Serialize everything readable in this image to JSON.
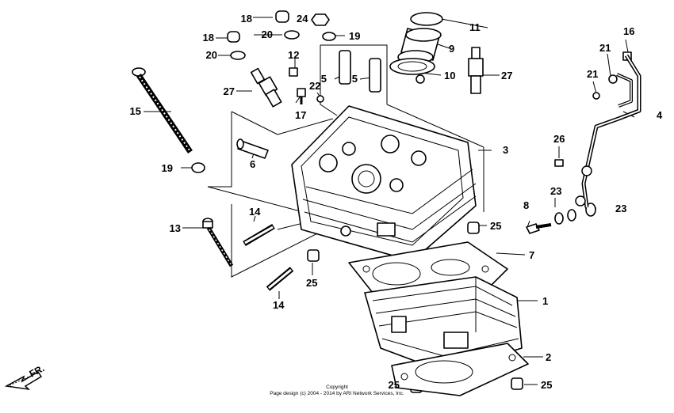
{
  "callouts": {
    "c1": "1",
    "c2": "2",
    "c3": "3",
    "c4": "4",
    "c5a": "5",
    "c5b": "5",
    "c6": "6",
    "c7": "7",
    "c8": "8",
    "c9": "9",
    "c10": "10",
    "c11": "11",
    "c12": "12",
    "c13": "13",
    "c14a": "14",
    "c14b": "14",
    "c15": "15",
    "c16": "16",
    "c17": "17",
    "c18a": "18",
    "c18b": "18",
    "c19a": "19",
    "c19b": "19",
    "c20a": "20",
    "c20b": "20",
    "c21a": "21",
    "c21b": "21",
    "c22": "22",
    "c23a": "23",
    "c23b": "23",
    "c24": "24",
    "c25a": "25",
    "c25b": "25",
    "c25c": "25",
    "c25d": "25",
    "c26": "26",
    "c27a": "27",
    "c27b": "27"
  },
  "direction": {
    "label": "FR."
  },
  "footer": {
    "line1": "Copyright",
    "line2": "Page design (c) 2004 - 2014 by ARI Network Services, Inc."
  }
}
